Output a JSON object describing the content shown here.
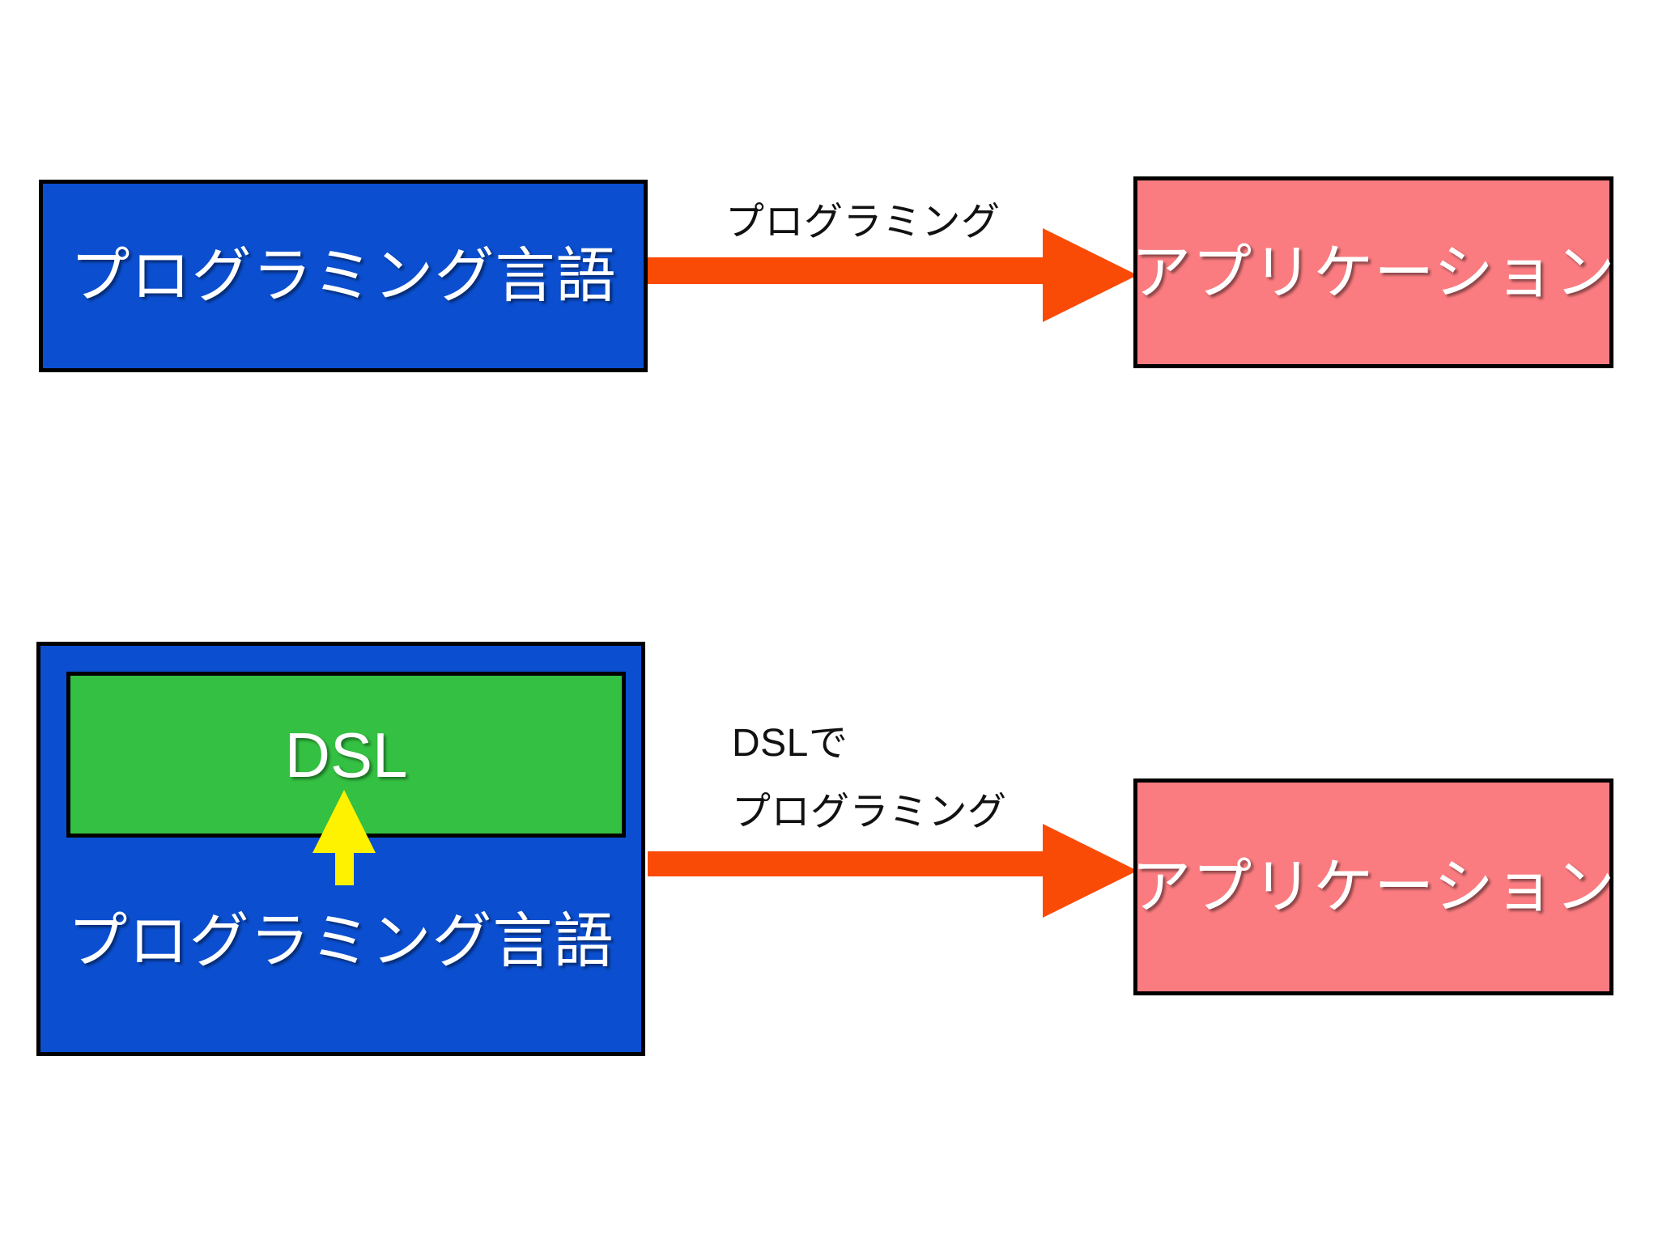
{
  "diagram": {
    "title": "DSL vs programming language application development",
    "colors": {
      "blue": "#0B4FD0",
      "pink": "#FA7C80",
      "green": "#34C042",
      "orange": "#FA4B06",
      "yellow": "#FFF200",
      "border": "#000000",
      "background": "#FFFFFF"
    },
    "rows": [
      {
        "id": "row-without-dsl",
        "source_label": "プログラミング言語",
        "arrow_caption": "プログラミング",
        "target_label": "アプリケーション"
      },
      {
        "id": "row-with-dsl",
        "source_label": "プログラミング言語",
        "inner_label": "DSL",
        "arrow_caption_line1": "DSLで",
        "arrow_caption_line2": "プログラミング",
        "target_label": "アプリケーション"
      }
    ],
    "icons": {
      "right_arrow": "arrow-right-icon",
      "up_arrow": "arrow-up-icon"
    }
  }
}
